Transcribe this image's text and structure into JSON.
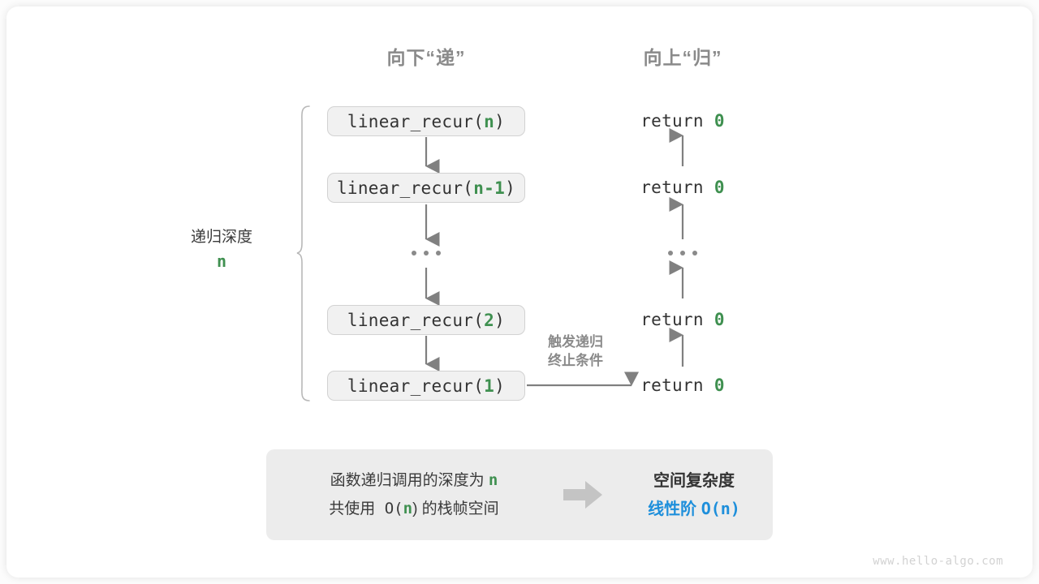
{
  "diagram": {
    "title_down": "向下“递”",
    "title_up": "向上“归”",
    "depth_label": {
      "text": "递归深度",
      "value": "n"
    },
    "trigger_note_line1": "触发递归",
    "trigger_note_line2": "终止条件",
    "ellipsis": "...",
    "colors": {
      "accent_green": "#3f9050",
      "accent_blue": "#1e8fdb",
      "box_fill": "#f1f1f1",
      "box_border": "#d2d2d2",
      "arrow_gray": "#808080",
      "text_gray": "#8a8a8a",
      "summary_fill": "#ececec",
      "block_arrow": "#c4c4c4"
    },
    "call_stack": [
      {
        "fn": "linear_recur(",
        "arg": "n",
        "close": ")"
      },
      {
        "fn": "linear_recur(",
        "arg": "n-1",
        "close": ")"
      },
      {
        "fn": "linear_recur(",
        "arg": "2",
        "close": ")"
      },
      {
        "fn": "linear_recur(",
        "arg": "1",
        "close": ")"
      }
    ],
    "returns": [
      {
        "kw": "return ",
        "val": "0"
      },
      {
        "kw": "return ",
        "val": "0"
      },
      {
        "kw": "return ",
        "val": "0"
      },
      {
        "kw": "return ",
        "val": "0"
      }
    ]
  },
  "summary": {
    "left_line1_pre": "函数递归调用的深度为 ",
    "left_line1_val": "n",
    "left_line2_pre": "共使用 O(",
    "left_line2_val": "n",
    "left_line2_post": ") 的栈帧空间",
    "right_line1": "空间复杂度",
    "right_line2_pre": "线性阶 ",
    "right_line2_post": "O(n)",
    "arrow_icon": "right-block-arrow"
  },
  "watermark": "www.hello-algo.com"
}
